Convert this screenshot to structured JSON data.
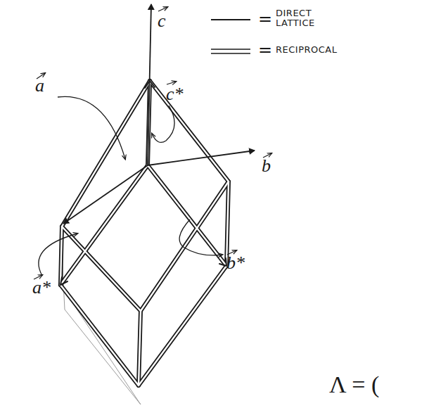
{
  "diagram": {
    "labels": [
      "c",
      "c*",
      "a",
      "b",
      "b*",
      "a*",
      "=",
      "=",
      "Λ = ("
    ],
    "legend": [
      {
        "text": "DIRECT LATTICE"
      },
      {
        "text": "RECIPROCAL"
      }
    ]
  }
}
